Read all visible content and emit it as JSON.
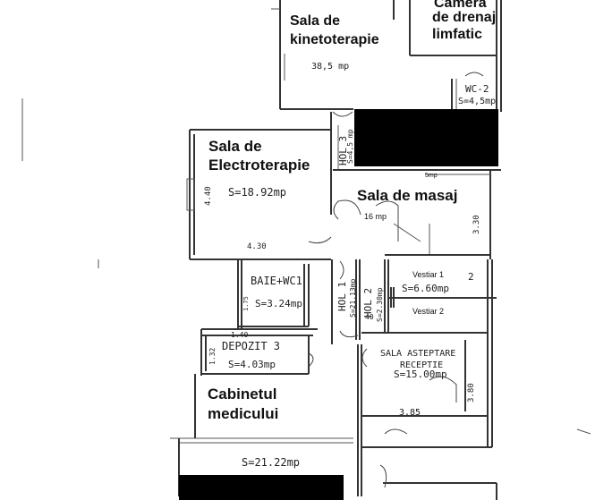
{
  "rooms": {
    "kineto_line1": "Sala de",
    "kineto_line2": "kinetoterapie",
    "kineto_area": "38,5 mp",
    "drenaj_line1": "Camera",
    "drenaj_line2": "de drenaj",
    "drenaj_line3": "limfatic",
    "wc2": "WC-2",
    "wc2_area": "S=4,5mp",
    "hol3": "HOL 3",
    "hol3_area": "S=4,5 mp",
    "electro_line1": "Sala de",
    "electro_line2": "Electroterapie",
    "electro_area": "S=18.92mp",
    "masaj": "Sala de masaj",
    "masaj_area": "16 mp",
    "five_mp": "5mp",
    "baie": "BAIE+WC1",
    "baie_area": "S=3.24mp",
    "hol1": "HOL 1",
    "hol1_area": "S=21.13mp",
    "hol2": "HOL 2",
    "hol2_area": "S=2.30mp",
    "vestiar1": "Vestiar 1",
    "vestiar2": "Vestiar 2",
    "vestiar_area": "S=6.60mp",
    "vestiar_num": "2",
    "depozit": "DEPOZIT 3",
    "depozit_area": "S=4.03mp",
    "asteptare_line1": "SALA ASTEPTARE",
    "asteptare_line2": "RECEPTIE",
    "asteptare_area": "S=15.00mp",
    "cabinet_line1": "Cabinetul",
    "cabinet_line2": "medicului",
    "cabinet_area": "S=21.22mp"
  },
  "dimensions": {
    "d_440": "4.40",
    "d_430": "4.30",
    "d_330": "3.30",
    "d_175": "1.75",
    "d_140": "1.40",
    "d_132": "1.32",
    "d_40": "40",
    "d_380": "3.80",
    "d_385": "3.85"
  },
  "colors": {
    "ink": "#222222",
    "redaction": "#000000",
    "paper": "#ffffff"
  }
}
